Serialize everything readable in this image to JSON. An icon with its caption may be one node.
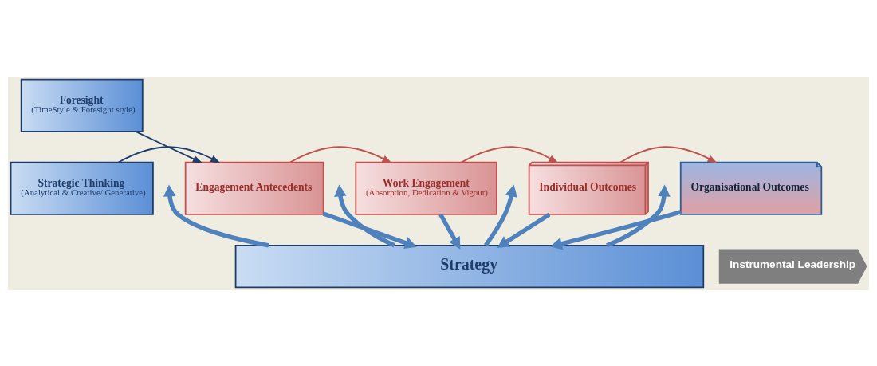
{
  "diagram": {
    "nodes": [
      {
        "text": [
          "Foresight",
          "(TimeStyle & Foresight style)"
        ]
      },
      {
        "text": [
          "Strategic Thinking",
          "(Analytical & Creative/ Generative)"
        ]
      },
      {
        "text": [
          "Engagement Antecedents"
        ]
      },
      {
        "text": [
          "Work Engagement",
          "(Absorption, Dedication & Vigour)"
        ]
      },
      {
        "text": [
          "Individual Outcomes"
        ]
      },
      {
        "text": [
          "Organisational Outcomes"
        ]
      },
      {
        "text": [
          "Instrumental Leadership"
        ]
      },
      {
        "text": [
          "Strategy"
        ]
      }
    ],
    "edges": [
      {
        "from": 0,
        "to": 2,
        "arrow": "to",
        "color": "#1f3d6b"
      },
      {
        "from": 1,
        "to": 2,
        "arrow": "to",
        "color": "#1f3d6b"
      },
      {
        "from": 2,
        "to": 3,
        "arrow": "to",
        "color": "#c0504d"
      },
      {
        "from": 3,
        "to": 4,
        "arrow": "to",
        "color": "#c0504d"
      },
      {
        "from": 4,
        "to": 5,
        "arrow": "to",
        "color": "#c0504d"
      },
      {
        "from": 7,
        "to": null,
        "arrow": "to"
      },
      {
        "from": 2,
        "to": 7,
        "arrow": "to"
      },
      {
        "from": 7,
        "to": null,
        "arrow": "to"
      },
      {
        "from": 3,
        "to": 7,
        "arrow": "to"
      },
      {
        "from": 7,
        "to": null,
        "arrow": "to"
      },
      {
        "from": 4,
        "to": 7,
        "arrow": "to"
      },
      {
        "from": 7,
        "to": null,
        "arrow": "to"
      },
      {
        "from": 5,
        "to": 7,
        "arrow": "to"
      }
    ]
  }
}
